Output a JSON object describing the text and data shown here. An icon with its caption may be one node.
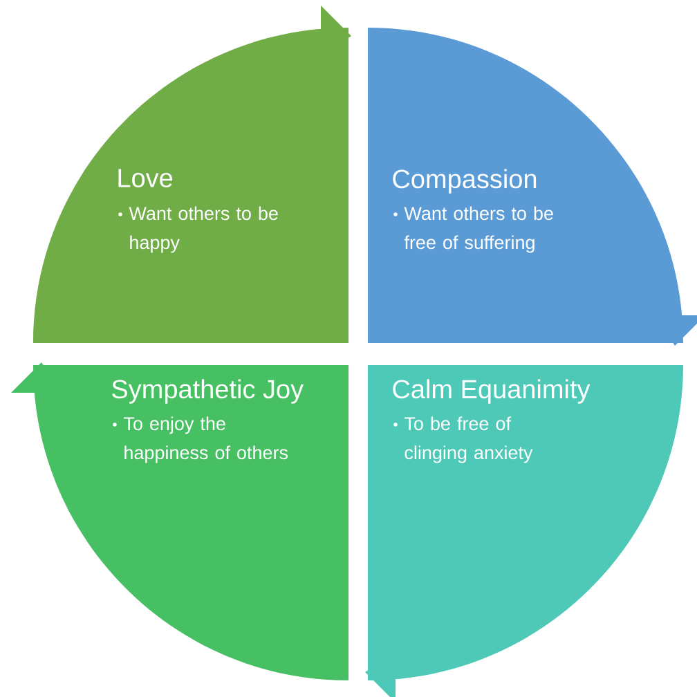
{
  "diagram": {
    "nodes": [
      {
        "text": [
          "Love",
          "Want others to be happy"
        ]
      },
      {
        "text": [
          "Compassion",
          "Want others to be free of suffering"
        ]
      },
      {
        "text": [
          "Sympathetic Joy",
          "To enjoy the happiness of others"
        ]
      },
      {
        "text": [
          "Calm Equanimity",
          "To be free of clinging anxiety"
        ]
      }
    ]
  }
}
